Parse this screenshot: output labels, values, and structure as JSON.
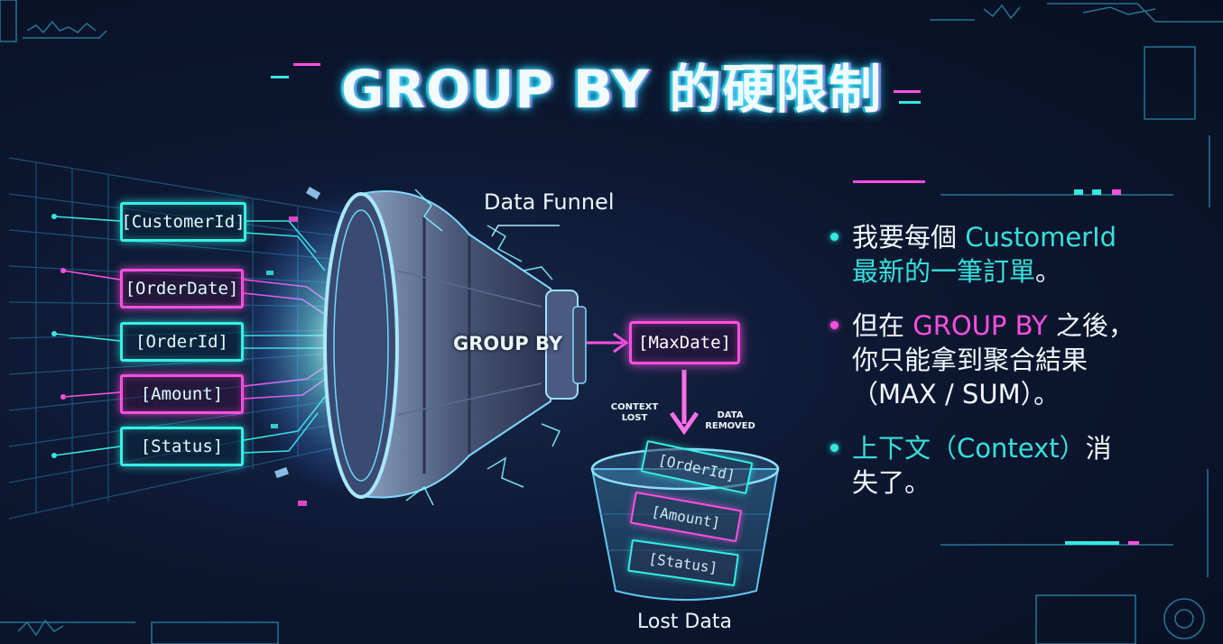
{
  "title": "GROUP BY 的硬限制",
  "funnel": {
    "caption": "Data Funnel",
    "body_label": "GROUP BY"
  },
  "input_fields": [
    "[CustomerId]",
    "[OrderDate]",
    "[OrderId]",
    "[Amount]",
    "[Status]"
  ],
  "result_field": "[MaxDate]",
  "annotations": {
    "context_lost": "CONTEXT\nLOST",
    "data_removed": "DATA\nREMOVED"
  },
  "bin": {
    "cards": [
      "[OrderId]",
      "[Amount]",
      "[Status]"
    ],
    "caption": "Lost Data"
  },
  "bullets": {
    "b1_part1": "我要每個 ",
    "b1_highlight": "CustomerId",
    "b1_line2": "最新的一筆訂單",
    "b1_end": "。",
    "b2_part1": "但在 ",
    "b2_highlight": "GROUP BY",
    "b2_part2": " 之後，",
    "b2_line2": "你只能拿到聚合結果",
    "b2_line3": "（MAX / SUM）。",
    "b3_highlight": "上下文（Context）",
    "b3_part2": "消",
    "b3_line2": "失了。"
  },
  "colors": {
    "cyan": "#36f0e6",
    "pink": "#ff4fe0",
    "background": "#0c1730"
  }
}
